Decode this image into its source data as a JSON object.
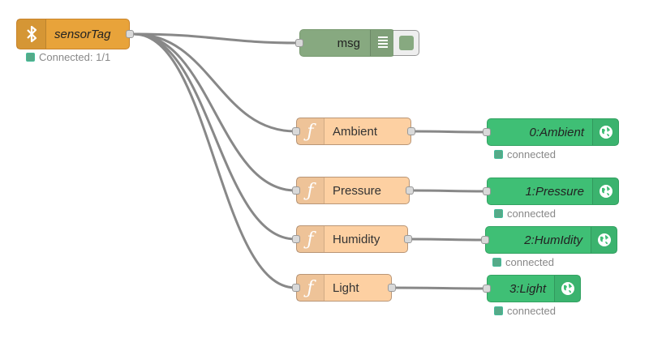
{
  "source_node": {
    "label": "sensorTag",
    "icon": "bluetooth-icon",
    "status": "Connected: 1/1"
  },
  "debug_node": {
    "label": "msg",
    "icon": "debug-list-icon"
  },
  "functions": [
    {
      "label": "Ambient",
      "icon": "function-icon"
    },
    {
      "label": "Pressure",
      "icon": "function-icon"
    },
    {
      "label": "Humidity",
      "icon": "function-icon"
    },
    {
      "label": "Light",
      "icon": "function-icon"
    }
  ],
  "outputs": [
    {
      "label": "0:Ambient",
      "icon": "globe-icon",
      "status": "connected"
    },
    {
      "label": "1:Pressure",
      "icon": "globe-icon",
      "status": "connected"
    },
    {
      "label": "2:HumIdity",
      "icon": "globe-icon",
      "status": "connected"
    },
    {
      "label": "3:Light",
      "icon": "globe-icon",
      "status": "connected"
    }
  ],
  "colors": {
    "source": "#e8a33a",
    "debug": "#87a980",
    "function": "#fdd0a2",
    "output": "#3fbf75",
    "status_ok": "#55aa88",
    "wire": "#888888"
  }
}
